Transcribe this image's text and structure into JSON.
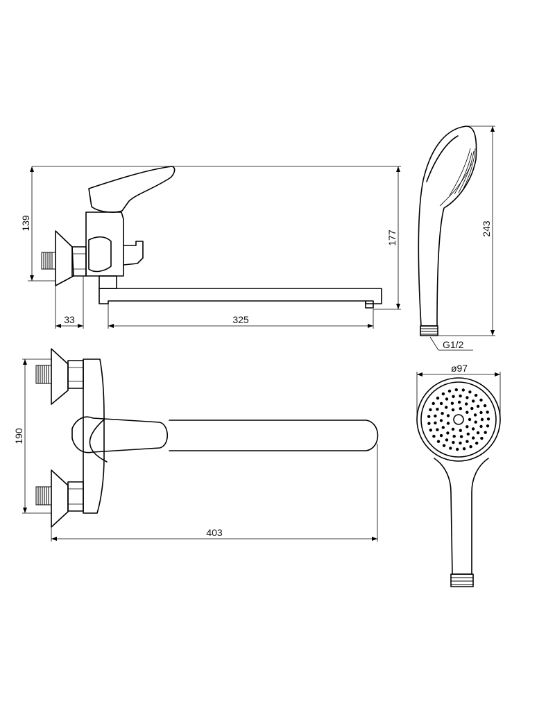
{
  "dimensions": {
    "flange_depth": "33",
    "spout_length": "325",
    "mixer_height": "139",
    "spout_height": "177",
    "handshower_length": "243",
    "connection_thread": "G1/2",
    "handshower_diameter": "ø97",
    "inlet_spacing": "190",
    "overall_length": "403"
  },
  "colors": {
    "line": "#000000",
    "background": "#ffffff"
  }
}
